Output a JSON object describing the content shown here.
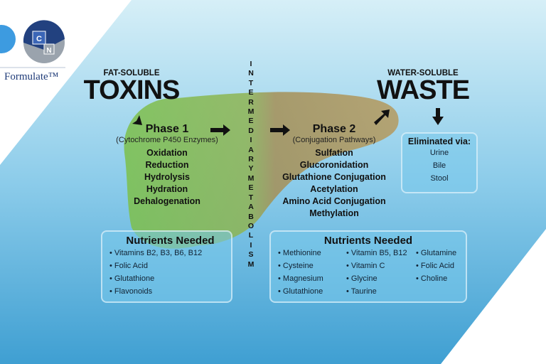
{
  "brand": {
    "logo_letters": [
      "C",
      "N"
    ],
    "tagline": "Formulate™"
  },
  "left": {
    "subtitle": "FAT-SOLUBLE",
    "title": "TOXINS"
  },
  "right": {
    "subtitle": "WATER-SOLUBLE",
    "title": "WASTE"
  },
  "phase1": {
    "title": "Phase 1",
    "subtitle": "(Cytochrome P450 Enzymes)",
    "items": [
      "Oxidation",
      "Reduction",
      "Hydrolysis",
      "Hydration",
      "Dehalogenation"
    ]
  },
  "phase2": {
    "title": "Phase 2",
    "subtitle": "(Conjugation Pathways)",
    "items": [
      "Sulfation",
      "Glucoronidation",
      "Glutathione Conjugation",
      "Acetylation",
      "Amino Acid Conjugation",
      "Methylation"
    ]
  },
  "middle": {
    "letters": [
      "I",
      "N",
      "T",
      "E",
      "R",
      "M",
      "E",
      "D",
      "I",
      "A",
      "R",
      "Y",
      "M",
      "E",
      "T",
      "A",
      "B",
      "O",
      "L",
      "I",
      "S",
      "M"
    ]
  },
  "eliminated": {
    "title": "Eliminated via:",
    "items": [
      "Urine",
      "Bile",
      "Stool"
    ]
  },
  "nutrients1": {
    "title": "Nutrients Needed",
    "items": [
      "Vitamins B2, B3, B6, B12",
      "Folic Acid",
      "Glutathione",
      "Flavonoids"
    ]
  },
  "nutrients2": {
    "title": "Nutrients Needed",
    "col1": [
      "Methionine",
      "Cysteine",
      "Magnesium",
      "Glutathione"
    ],
    "col2": [
      "Vitamin B5, B12",
      "Vitamin C",
      "Glycine",
      "Taurine"
    ],
    "col3": [
      "Glutamine",
      "Folic Acid",
      "Choline"
    ]
  },
  "colors": {
    "blue_top": "#d6eff7",
    "blue_bottom": "#3f9fd2",
    "liver_green": "#7cc04a",
    "liver_olive": "#a58f55"
  }
}
